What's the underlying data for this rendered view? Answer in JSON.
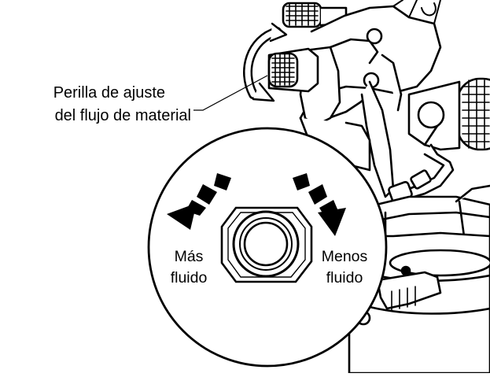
{
  "callout": {
    "line1": "Perilla de ajuste",
    "line2": "del flujo de material"
  },
  "inset": {
    "more_line1": "Más",
    "more_line2": "fluido",
    "less_line1": "Menos",
    "less_line2": "fluido"
  },
  "colors": {
    "ink": "#000000",
    "paper": "#ffffff"
  },
  "icons": [
    "counterclockwise-arrow-icon",
    "clockwise-arrow-icon",
    "rotation-arrow-icon",
    "fluid-adjustment-knob-icon"
  ]
}
